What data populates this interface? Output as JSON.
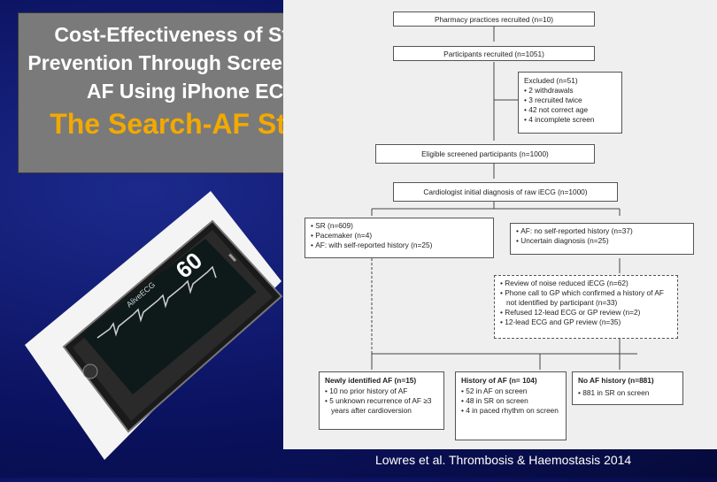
{
  "title": {
    "main": "Cost-Effectiveness of Stroke Prevention Through Screening for AF Using iPhone ECG",
    "sub": "The Search-AF Study"
  },
  "flowchart": {
    "pharmacy": "Pharmacy practices recruited (n=10)",
    "participants": "Participants recruited (n=1051)",
    "excluded": {
      "header": "Excluded (n=51)",
      "items": [
        "2 withdrawals",
        "3 recruited twice",
        "42 not correct age",
        "4 incomplete screen"
      ]
    },
    "eligible": "Eligible screened participants (n=1000)",
    "cardiologist": "Cardiologist initial diagnosis of raw iECG (n=1000)",
    "left_group": {
      "items": [
        "SR (n=609)",
        "Pacemaker (n=4)",
        "AF: with self-reported history (n=25)"
      ]
    },
    "right_group": {
      "items": [
        "AF: no self-reported history (n=37)",
        "Uncertain diagnosis (n=25)"
      ]
    },
    "review": {
      "items": [
        "Review of noise reduced iECG (n=62)",
        "Phone call to GP which confirmed a history of AF not identified by participant (n=33)",
        "Refused 12-lead ECG or GP review (n=2)",
        "12-lead ECG and GP review (n=35)"
      ]
    },
    "outcome_new": {
      "header": "Newly identified AF (n=15)",
      "items": [
        "10 no prior history of AF",
        "5 unknown recurrence of AF ≥3 years after cardioversion"
      ]
    },
    "outcome_history": {
      "header": "History of AF (n= 104)",
      "items": [
        "52 in AF on screen",
        "48 in SR on screen",
        "4 in paced rhythm on screen"
      ]
    },
    "outcome_none": {
      "header": "No AF history (n=881)",
      "items": [
        "881 in SR on screen"
      ]
    }
  },
  "phone": {
    "heart_rate": "60",
    "app_name": "AliveECG"
  },
  "citation": "Lowres et al. Thrombosis & Haemostasis 2014"
}
